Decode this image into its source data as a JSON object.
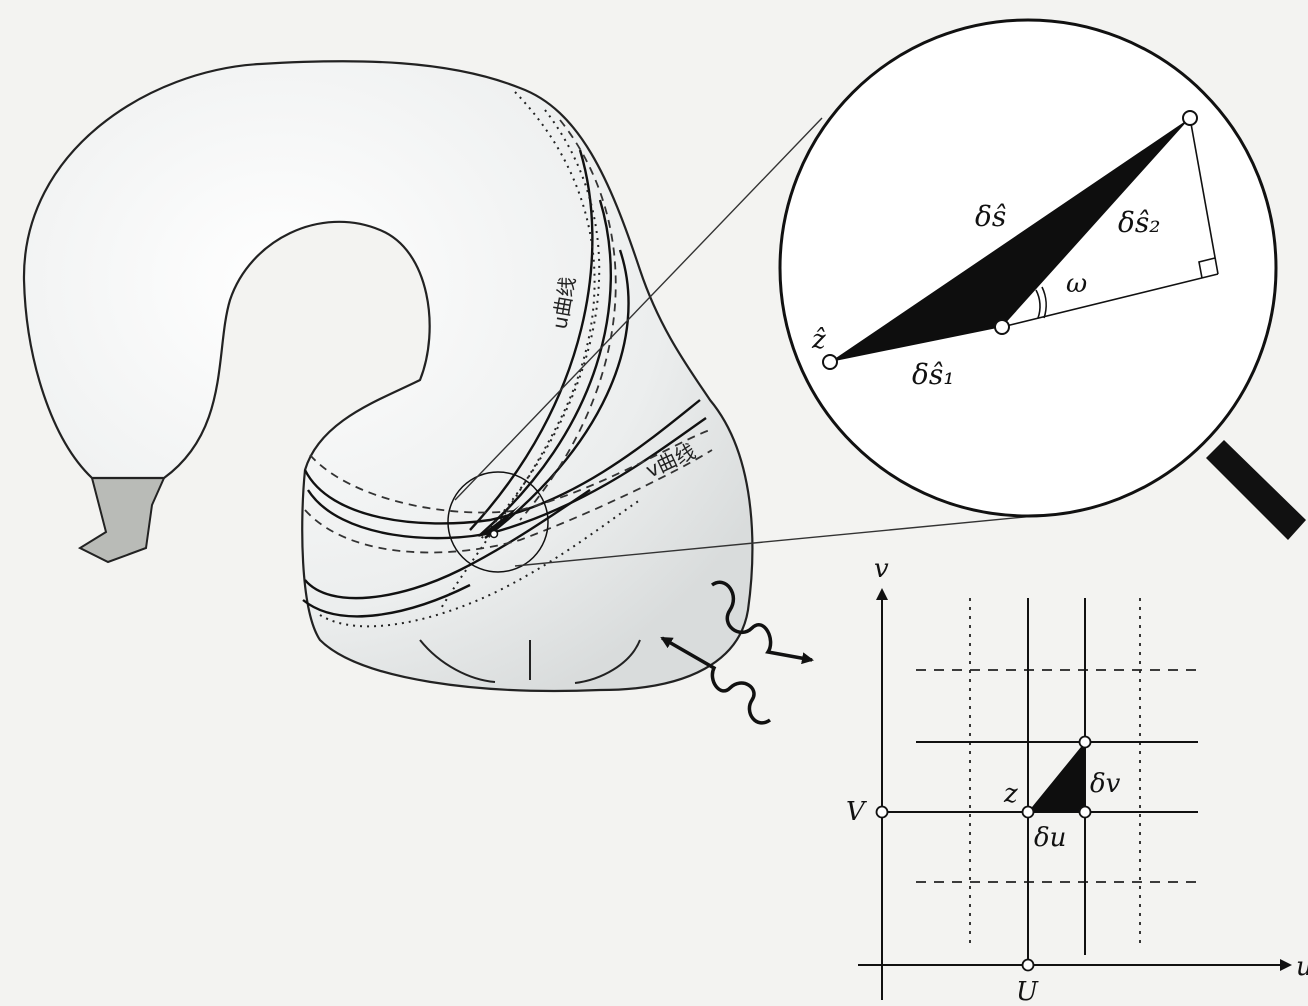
{
  "surface": {
    "u_curve_label": "u曲线",
    "v_curve_label": "v曲线"
  },
  "magnifier": {
    "z_hat": "ẑ",
    "delta_s_hat": "δŝ",
    "delta_s1_hat": "δŝ₁",
    "delta_s2_hat": "δŝ₂",
    "omega": "ω"
  },
  "plane": {
    "axis_u": "u",
    "axis_v": "v",
    "U": "U",
    "V": "V",
    "z": "z",
    "delta_u": "δu",
    "delta_v": "δv"
  },
  "colors": {
    "ink": "#111111",
    "surface_fill": "#e9ecec",
    "stem_fill": "#b8bab6",
    "background": "#f3f3f1",
    "lens_fill": "#ffffff"
  }
}
